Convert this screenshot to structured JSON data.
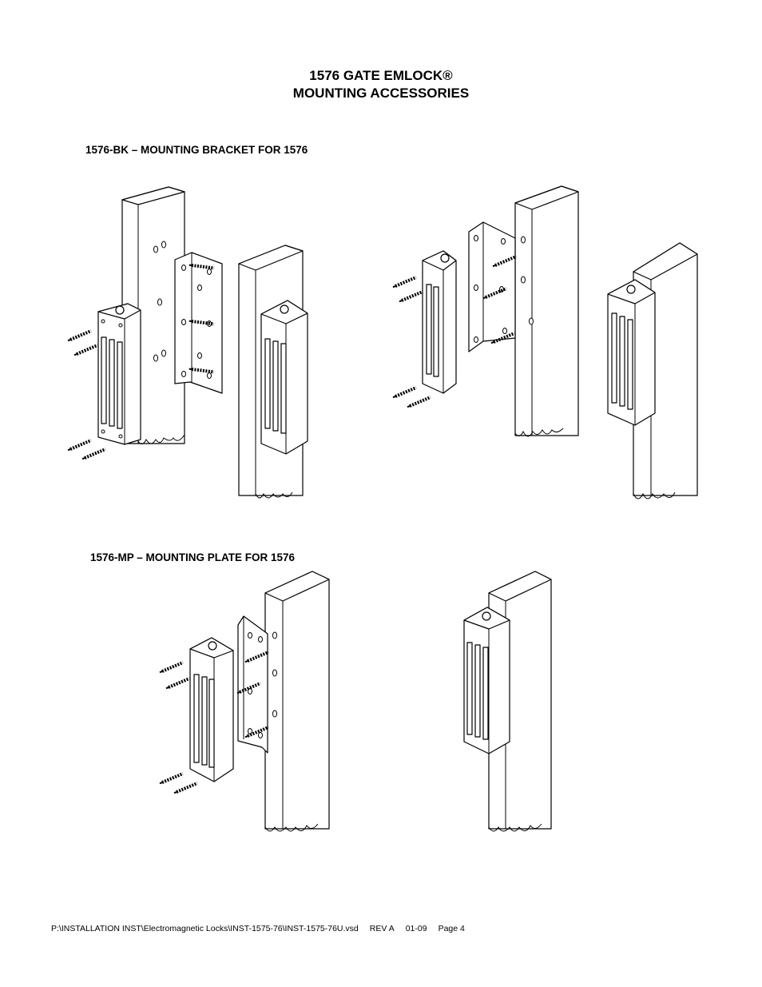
{
  "document": {
    "title_line1": "1576 GATE EMLOCK®",
    "title_line2": "MOUNTING ACCESSORIES",
    "sections": [
      {
        "heading": "1576-BK – MOUNTING BRACKET FOR 1576"
      },
      {
        "heading": "1576-MP – MOUNTING PLATE FOR 1576"
      }
    ],
    "footer": {
      "path": "P:\\INSTALLATION INST\\Electromagnetic Locks\\INST-1575-76\\INST-1575-76U.vsd",
      "rev": "REV A",
      "date": "01-09",
      "page": "Page 4"
    }
  }
}
